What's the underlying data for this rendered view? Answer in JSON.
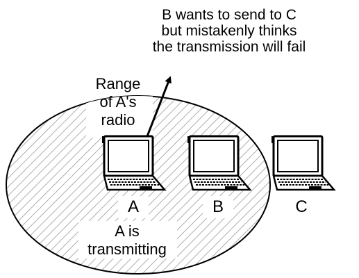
{
  "caption": {
    "line1": "B wants to send to C",
    "line2": "but mistakenly thinks",
    "line3": "the transmission will fail"
  },
  "range_label": {
    "line1": "Range",
    "line2": "of A's",
    "line3": "radio"
  },
  "nodes": [
    {
      "label": "A"
    },
    {
      "label": "B"
    },
    {
      "label": "C"
    }
  ],
  "status": {
    "line1": "A is",
    "line2": "transmitting"
  },
  "colors": {
    "ink": "#000000",
    "hatch": "#9a9a9a",
    "screen": "#ffffff",
    "background": "#ffffff"
  },
  "icons": {
    "laptop": "laptop-icon",
    "arrow": "arrow-icon"
  }
}
